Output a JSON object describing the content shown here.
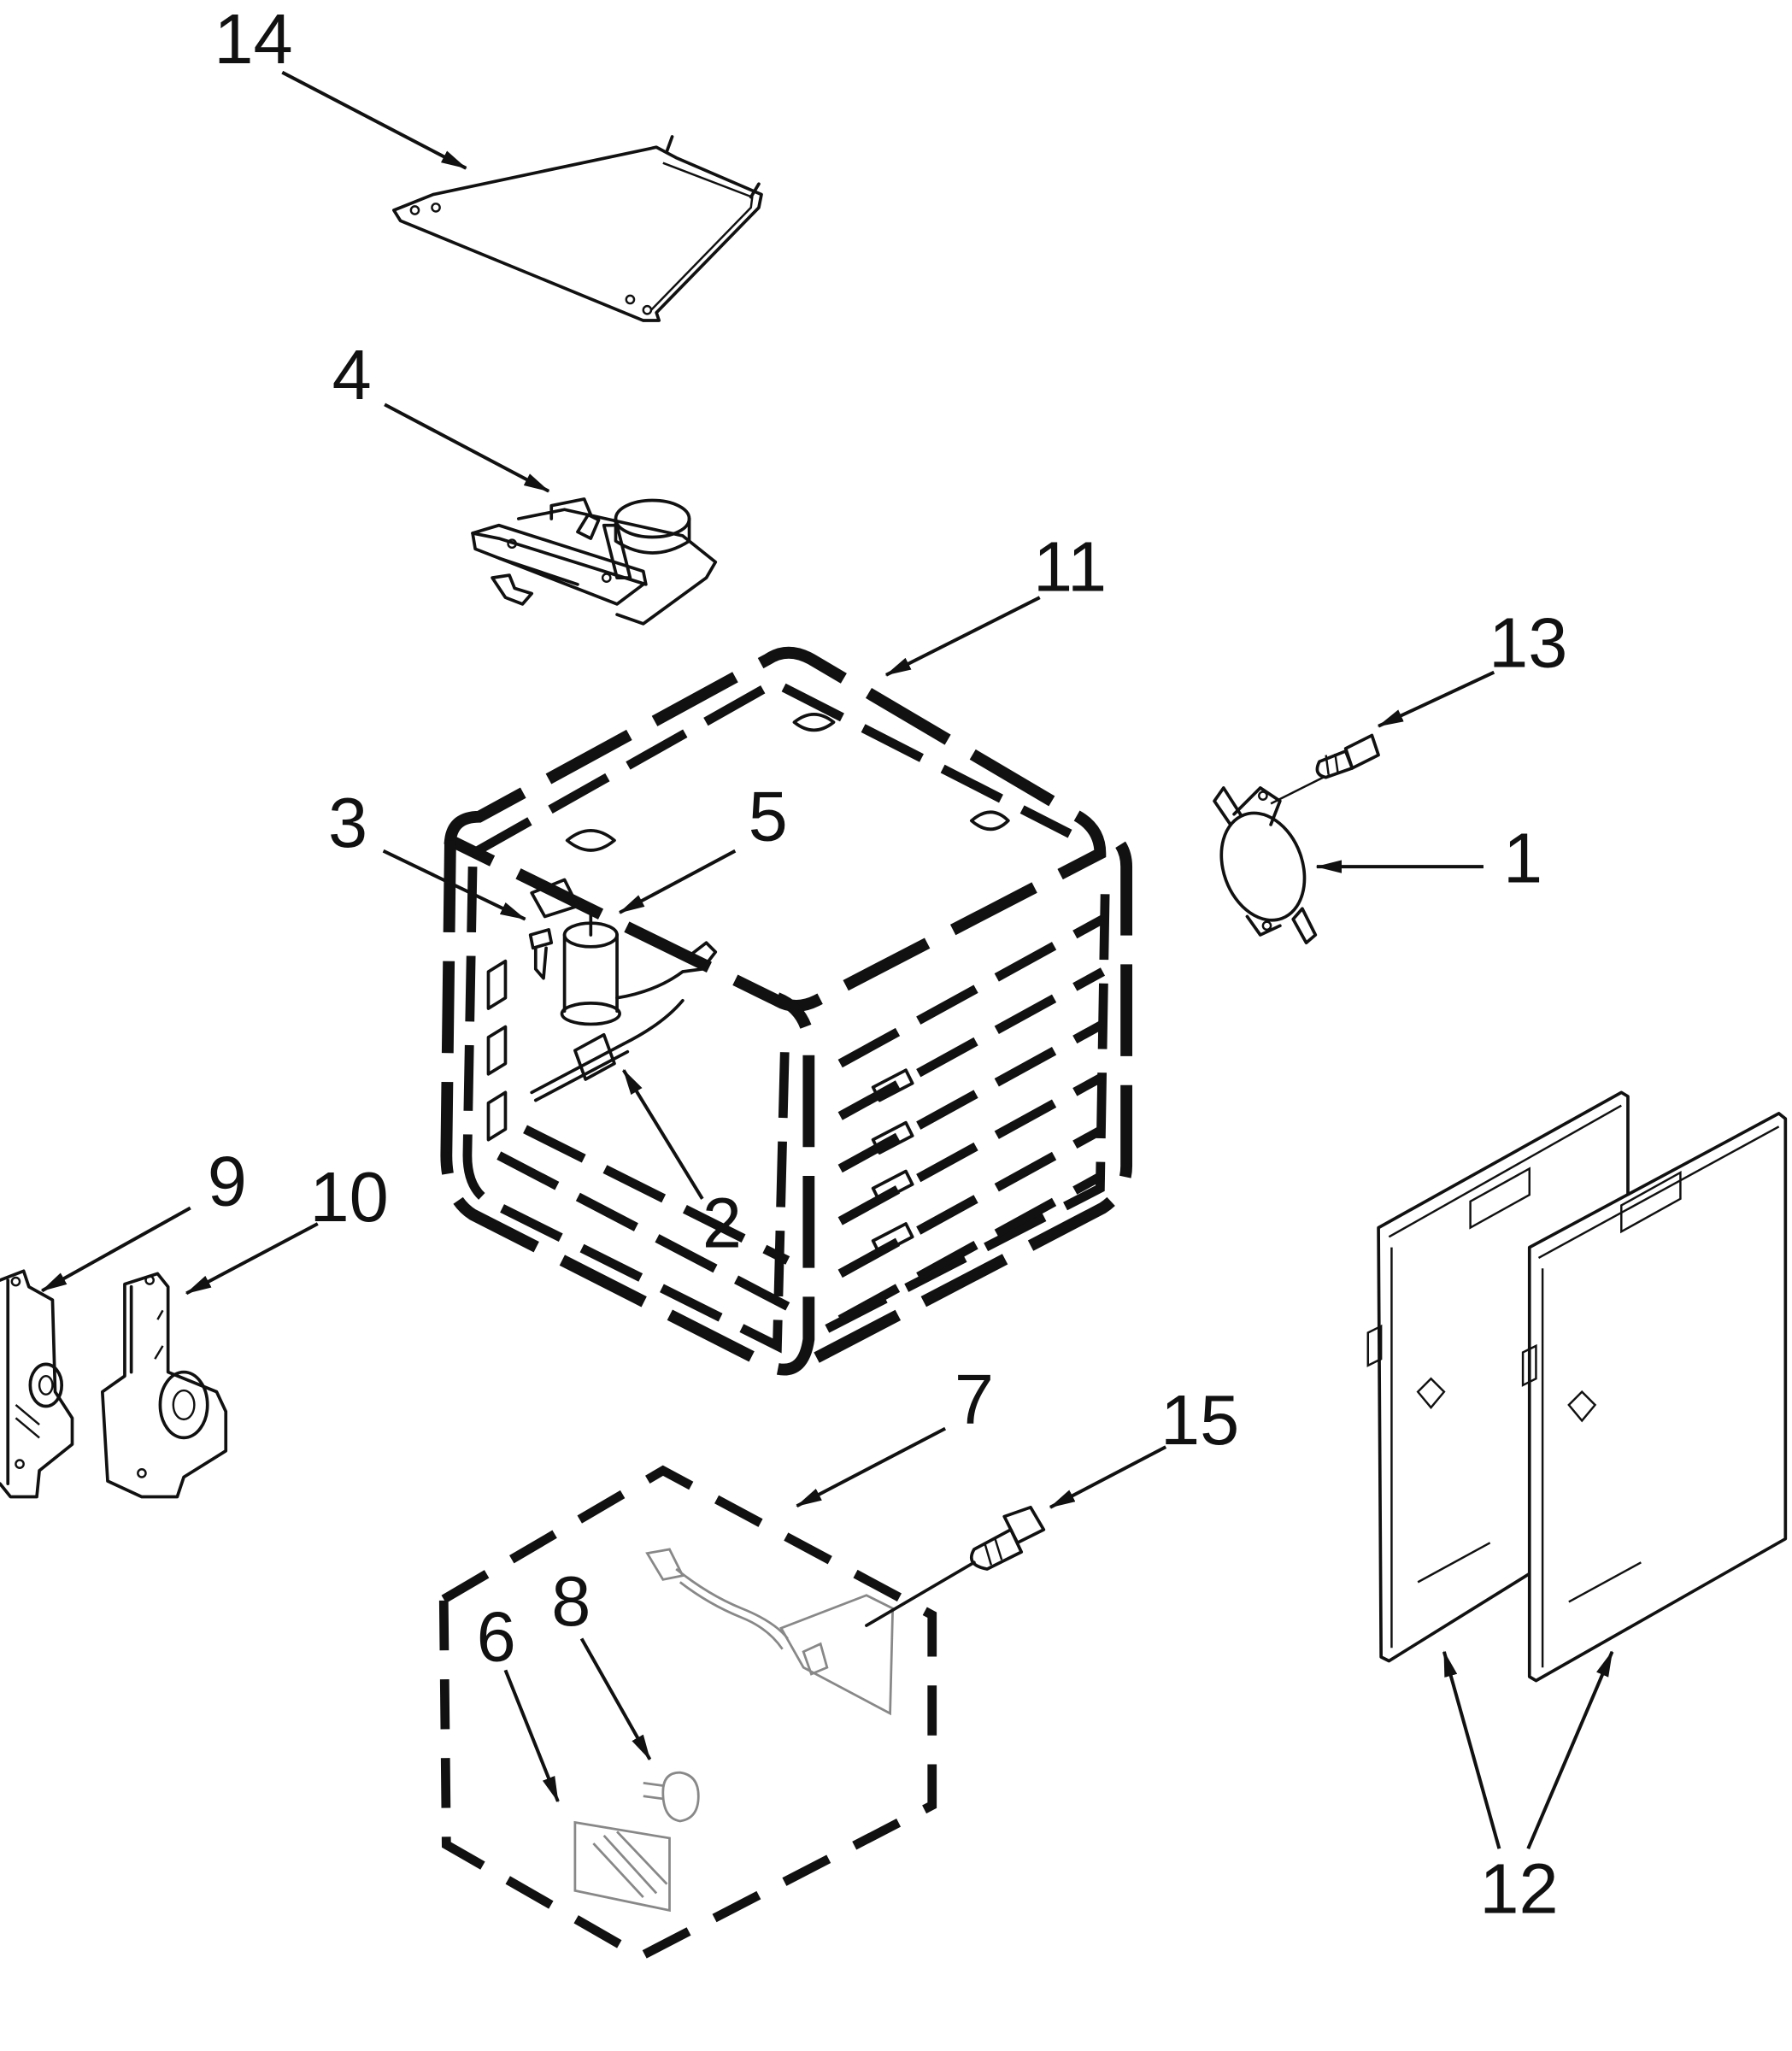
{
  "callouts": [
    {
      "id": "callout-14",
      "text": "14"
    },
    {
      "id": "callout-4",
      "text": "4"
    },
    {
      "id": "callout-11",
      "text": "11"
    },
    {
      "id": "callout-13",
      "text": "13"
    },
    {
      "id": "callout-1",
      "text": "1"
    },
    {
      "id": "callout-3",
      "text": "3"
    },
    {
      "id": "callout-5",
      "text": "5"
    },
    {
      "id": "callout-2",
      "text": "2"
    },
    {
      "id": "callout-9",
      "text": "9"
    },
    {
      "id": "callout-10",
      "text": "10"
    },
    {
      "id": "callout-7",
      "text": "7"
    },
    {
      "id": "callout-15",
      "text": "15"
    },
    {
      "id": "callout-6",
      "text": "6"
    },
    {
      "id": "callout-8",
      "text": "8"
    },
    {
      "id": "callout-12",
      "text": "12"
    }
  ]
}
